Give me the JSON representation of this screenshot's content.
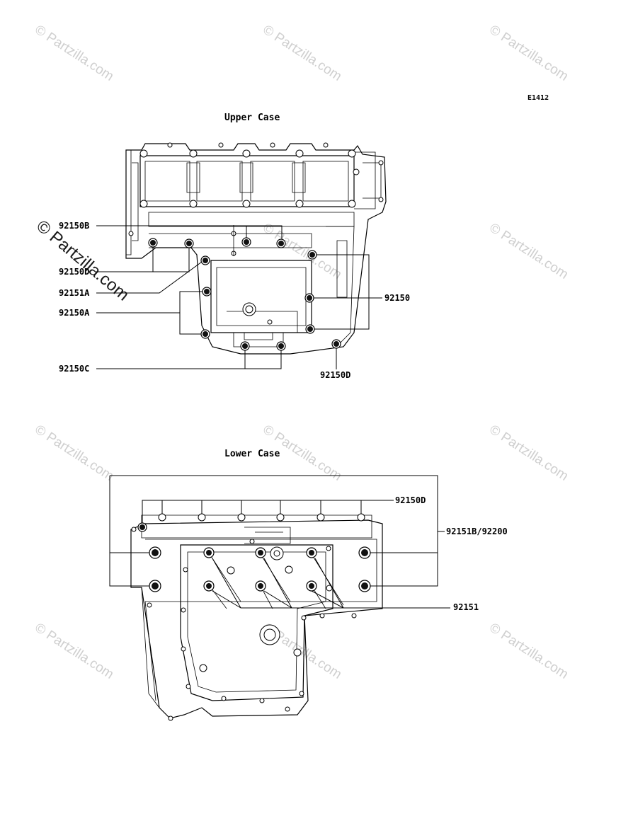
{
  "figure_code": "E1412",
  "watermark_text": "© Partzilla.com",
  "watermark_big": "© Partzilla.com",
  "sections": {
    "upper": {
      "title": "Upper Case",
      "callouts": {
        "a": "92150B",
        "b": "92150D",
        "c": "92151A",
        "d": "92150A",
        "e": "92150C",
        "f": "92150",
        "g": "92150D"
      }
    },
    "lower": {
      "title": "Lower Case",
      "callouts": {
        "a": "92150D",
        "b": "92151B/92200",
        "c": "92151"
      }
    }
  }
}
